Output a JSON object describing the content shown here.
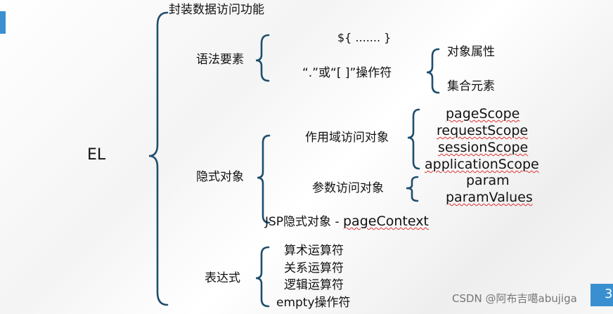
{
  "root": "EL",
  "branch_encapsulate": "封装数据访问功能",
  "syntax": {
    "label": "语法要素",
    "expr": "${ ....... }",
    "operator": "“.”或“[ ]”操作符",
    "operator_children": [
      "对象属性",
      "集合元素"
    ]
  },
  "implicit": {
    "label": "隐式对象",
    "scope_label": "作用域访问对象",
    "scopes": [
      "pageScope",
      "requestScope",
      "sessionScope",
      "applicationScope"
    ],
    "param_label": "参数访问对象",
    "params": [
      "param",
      "paramValues"
    ],
    "jsp_label": "JSP隐式对象 - ",
    "jsp_object": "pageContext"
  },
  "expression": {
    "label": "表达式",
    "items": [
      "算术运算符",
      "关系运算符",
      "逻辑运算符",
      "empty操作符"
    ]
  },
  "watermark": "CSDN @阿布吉噶abujiga",
  "page_number": "3",
  "colors": {
    "bracket": "#1f4e6e",
    "accent": "#3a8fd0",
    "wavy": "#e03030"
  }
}
